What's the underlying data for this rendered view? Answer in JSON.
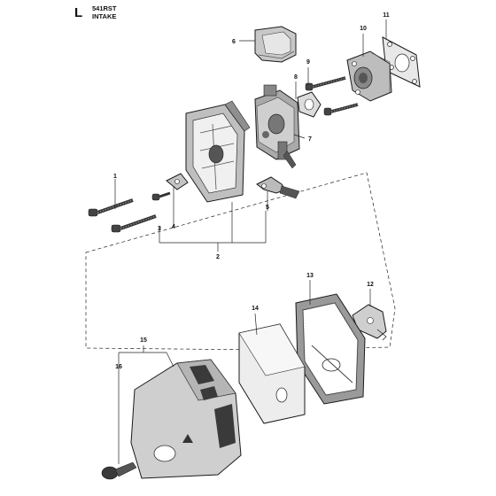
{
  "header": {
    "section_letter": "L",
    "model": "541RST",
    "title": "INTAKE"
  },
  "callouts": [
    "1",
    "2",
    "3",
    "4",
    "5",
    "6",
    "7",
    "8",
    "9",
    "10",
    "11",
    "12",
    "13",
    "14",
    "15",
    "16"
  ]
}
